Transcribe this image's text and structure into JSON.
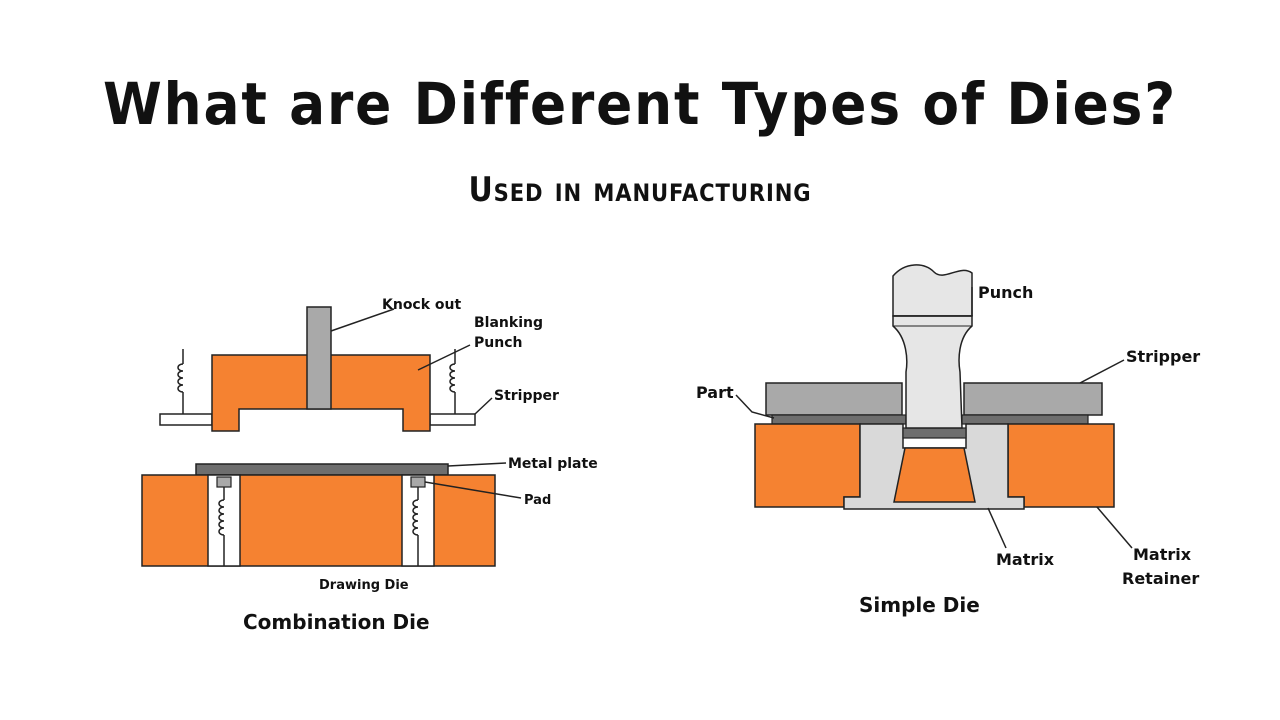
{
  "header": {
    "title": "What are Different Types of Dies?",
    "subtitle": "Used in manufacturing"
  },
  "combination_die": {
    "caption": "Combination Die",
    "labels": {
      "knock_out": "Knock out",
      "blanking_punch_1": "Blanking",
      "blanking_punch_2": "Punch",
      "stripper": "Stripper",
      "metal_plate": "Metal plate",
      "pad": "Pad",
      "drawing_die": "Drawing Die"
    }
  },
  "simple_die": {
    "caption": "Simple Die",
    "labels": {
      "punch": "Punch",
      "stripper": "Stripper",
      "part": "Part",
      "matrix": "Matrix",
      "matrix_retainer_1": "Matrix",
      "matrix_retainer_2": "Retainer"
    }
  },
  "colors": {
    "orange": "#f58231",
    "plate_gray": "#6e6e6e",
    "stripper_gray": "#a9a9a9",
    "light_gray": "#d9d9d9",
    "punch_gray": "#e6e6e6"
  }
}
